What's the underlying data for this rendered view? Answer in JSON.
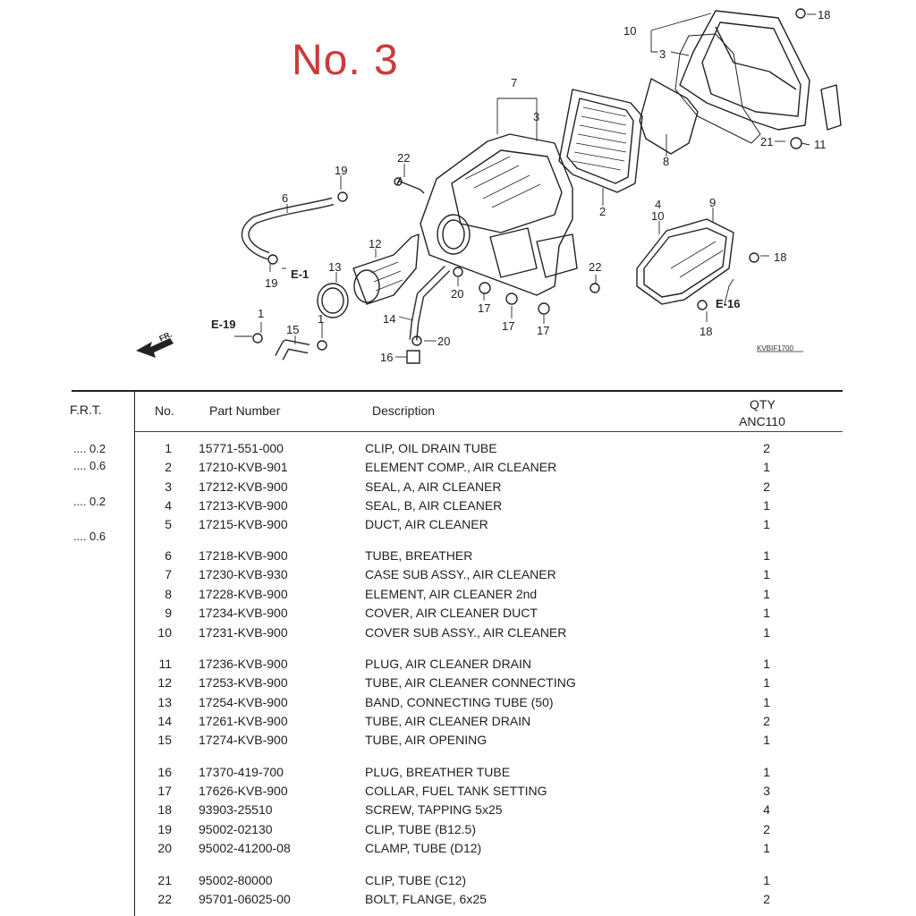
{
  "title": "No. 3",
  "diagram": {
    "callouts": [
      "10",
      "3",
      "18",
      "7",
      "3",
      "21",
      "11",
      "8",
      "19",
      "22",
      "6",
      "2",
      "4",
      "10",
      "9",
      "18",
      "12",
      "13",
      "E-1",
      "19",
      "22",
      "20",
      "17",
      "E-16",
      "E-19",
      "1",
      "1",
      "15",
      "14",
      "20",
      "17",
      "17",
      "18",
      "16"
    ],
    "code": "KVBIF1700",
    "direction_label": "FR."
  },
  "table": {
    "headers": {
      "frt": "F.R.T.",
      "no": "No.",
      "part_number": "Part Number",
      "description": "Description",
      "qty": "QTY",
      "model": "ANC110"
    },
    "frt_values": [
      ".... 0.2",
      ".... 0.6",
      ".... 0.2",
      ".... 0.6"
    ],
    "rows": [
      {
        "no": "1",
        "pn": "15771-551-000",
        "desc": "CLIP, OIL DRAIN TUBE",
        "qty": "2"
      },
      {
        "no": "2",
        "pn": "17210-KVB-901",
        "desc": "ELEMENT COMP., AIR CLEANER",
        "qty": "1"
      },
      {
        "no": "3",
        "pn": "17212-KVB-900",
        "desc": "SEAL, A, AIR CLEANER",
        "qty": "2"
      },
      {
        "no": "4",
        "pn": "17213-KVB-900",
        "desc": "SEAL, B, AIR CLEANER",
        "qty": "1"
      },
      {
        "no": "5",
        "pn": "17215-KVB-900",
        "desc": "DUCT, AIR CLEANER",
        "qty": "1"
      },
      {
        "no": "6",
        "pn": "17218-KVB-900",
        "desc": "TUBE, BREATHER",
        "qty": "1"
      },
      {
        "no": "7",
        "pn": "17230-KVB-930",
        "desc": "CASE SUB ASSY., AIR CLEANER",
        "qty": "1"
      },
      {
        "no": "8",
        "pn": "17228-KVB-900",
        "desc": "ELEMENT, AIR CLEANER 2nd",
        "qty": "1"
      },
      {
        "no": "9",
        "pn": "17234-KVB-900",
        "desc": "COVER, AIR CLEANER DUCT",
        "qty": "1"
      },
      {
        "no": "10",
        "pn": "17231-KVB-900",
        "desc": "COVER SUB ASSY., AIR CLEANER",
        "qty": "1"
      },
      {
        "no": "11",
        "pn": "17236-KVB-900",
        "desc": "PLUG, AIR CLEANER DRAIN",
        "qty": "1"
      },
      {
        "no": "12",
        "pn": "17253-KVB-900",
        "desc": "TUBE, AIR CLEANER CONNECTING",
        "qty": "1"
      },
      {
        "no": "13",
        "pn": "17254-KVB-900",
        "desc": "BAND, CONNECTING TUBE (50)",
        "qty": "1"
      },
      {
        "no": "14",
        "pn": "17261-KVB-900",
        "desc": "TUBE, AIR CLEANER DRAIN",
        "qty": "2"
      },
      {
        "no": "15",
        "pn": "17274-KVB-900",
        "desc": "TUBE, AIR OPENING",
        "qty": "1"
      },
      {
        "no": "16",
        "pn": "17370-419-700",
        "desc": "PLUG, BREATHER TUBE",
        "qty": "1"
      },
      {
        "no": "17",
        "pn": "17626-KVB-900",
        "desc": "COLLAR, FUEL TANK SETTING",
        "qty": "3"
      },
      {
        "no": "18",
        "pn": "93903-25510",
        "desc": "SCREW, TAPPING 5x25",
        "qty": "4"
      },
      {
        "no": "19",
        "pn": "95002-02130",
        "desc": "CLIP, TUBE (B12.5)",
        "qty": "2"
      },
      {
        "no": "20",
        "pn": "95002-41200-08",
        "desc": "CLAMP, TUBE (D12)",
        "qty": "1"
      },
      {
        "no": "21",
        "pn": "95002-80000",
        "desc": "CLIP, TUBE (C12)",
        "qty": "1"
      },
      {
        "no": "22",
        "pn": "95701-06025-00",
        "desc": "BOLT, FLANGE, 6x25",
        "qty": "2"
      }
    ]
  }
}
